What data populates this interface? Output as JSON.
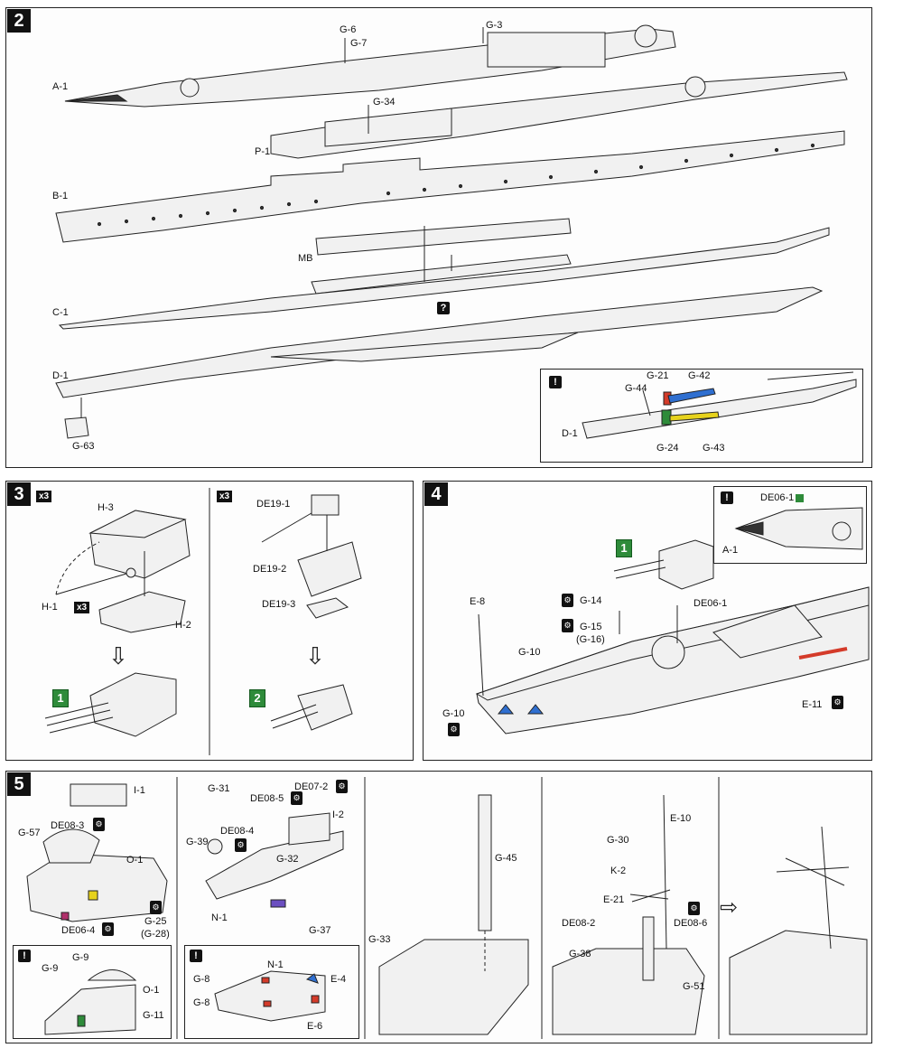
{
  "steps": {
    "s2": {
      "number": "2"
    },
    "s3": {
      "number": "3",
      "mult_left": "x3",
      "mult_right": "x3",
      "h1_mult": "x3"
    },
    "s4": {
      "number": "4"
    },
    "s5": {
      "number": "5"
    }
  },
  "labels": {
    "A1": "A-1",
    "P1": "P-1",
    "B1": "B-1",
    "MB": "MB",
    "C1": "C-1",
    "D1": "D-1",
    "G6": "G-6",
    "G7": "G-7",
    "G3": "G-3",
    "G34": "G-34",
    "G63": "G-63",
    "detail_D1": "D-1",
    "G21": "G-21",
    "G42": "G-42",
    "G44": "G-44",
    "G24": "G-24",
    "G43": "G-43",
    "H3": "H-3",
    "H1": "H-1",
    "H2": "H-2",
    "DE19_1": "DE19-1",
    "DE19_2": "DE19-2",
    "DE19_3": "DE19-3",
    "result1": "1",
    "result2": "2",
    "s4_DE06_1_note": "DE06-1",
    "s4_A1": "A-1",
    "s4_badge1": "1",
    "E8": "E-8",
    "G14": "G-14",
    "G15": "G-15",
    "G16": "(G-16)",
    "DE06_1": "DE06-1",
    "G10a": "G-10",
    "G10b": "G-10",
    "E11": "E-11",
    "I1": "I-1",
    "G57": "G-57",
    "DE08_3": "DE08-3",
    "O1": "O-1",
    "G25": "G-25",
    "G28": "(G-28)",
    "DE06_4": "DE06-4",
    "G9a": "G-9",
    "G9b": "G-9",
    "O1b": "O-1",
    "G11": "G-11",
    "G31": "G-31",
    "DE08_5": "DE08-5",
    "DE07_2": "DE07-2",
    "I2": "I-2",
    "G39": "G-39",
    "DE08_4": "DE08-4",
    "G32": "G-32",
    "N1": "N-1",
    "G37": "G-37",
    "G8a": "G-8",
    "G8b": "G-8",
    "N1b": "N-1",
    "E4": "E-4",
    "E6": "E-6",
    "G45": "G-45",
    "G33": "G-33",
    "E10": "E-10",
    "G30": "G-30",
    "K2": "K-2",
    "E21": "E-21",
    "DE08_2": "DE08-2",
    "DE08_6": "DE08-6",
    "G38": "G-38",
    "G51": "G-51"
  },
  "icons": {
    "exclamation": "!",
    "question": "?",
    "gear": "⚙",
    "flip": "⇨"
  },
  "colors": {
    "green": "#2e8b3a",
    "red": "#d43b2a",
    "blue": "#2f6fd0",
    "yellow": "#e6d21c",
    "purple": "#6b4fc0",
    "magenta": "#b0306a"
  }
}
